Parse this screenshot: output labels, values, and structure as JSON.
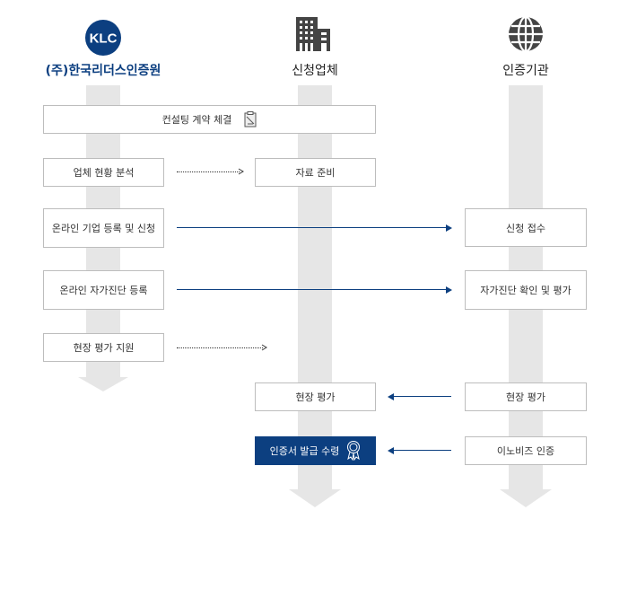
{
  "columns": [
    {
      "title": "(주)한국리더스인증원",
      "logo_text": "KLC",
      "icon": "klc-logo"
    },
    {
      "title": "신청업체",
      "icon": "building-icon"
    },
    {
      "title": "인증기관",
      "icon": "globe-icon"
    }
  ],
  "steps": {
    "contract": "컨설팅 계약 체결",
    "analysis": "업체 현황 분석",
    "prepare": "자료 준비",
    "online_register": "온라인 기업 등록 및 신청",
    "receive": "신청 접수",
    "self_diag": "온라인 자가진단 등록",
    "self_check": "자가진단 확인 및 평가",
    "site_support": "현장 평가 지원",
    "site_eval_company": "현장 평가",
    "site_eval_agency": "현장 평가",
    "cert_receive": "인증서 발급 수령",
    "innobiz": "이노비즈 인증"
  },
  "colors": {
    "accent": "#0c3f80",
    "lane": "#e6e6e6",
    "icon": "#444444"
  }
}
